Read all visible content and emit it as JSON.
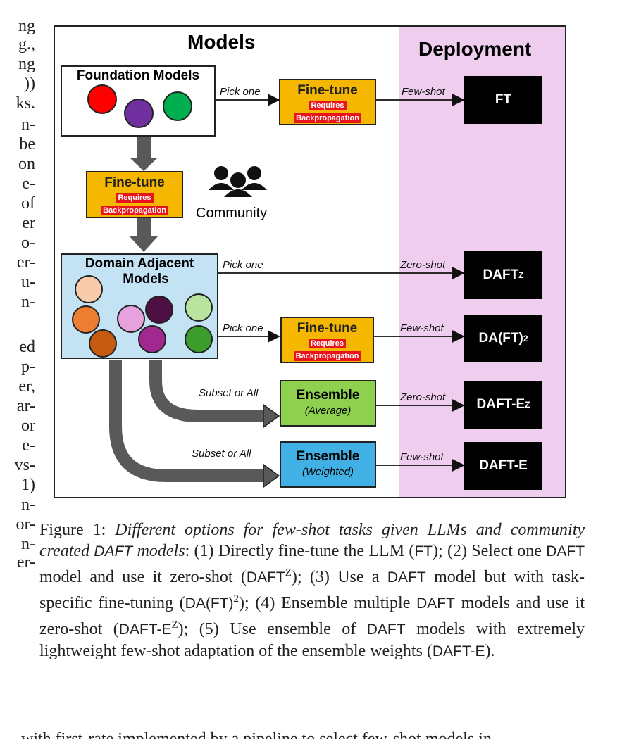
{
  "left_column": [
    "ng",
    "g.,",
    "ng",
    "))",
    "ks.",
    "n-",
    "be",
    "on",
    "e-",
    "of",
    "er",
    "o-",
    "er-",
    "u-",
    "n-",
    "ed",
    "p-",
    "er,",
    "ar-",
    "or",
    "e-",
    "vs-",
    "1)",
    "n-",
    "or-",
    "n-",
    "er-"
  ],
  "figure": {
    "models_header": "Models",
    "deployment_header": "Deployment",
    "foundation": {
      "title": "Foundation Models"
    },
    "finetune_title": "Fine-tune",
    "finetune_requires": "Requires",
    "finetune_backprop": "Backpropagation",
    "community": "Community",
    "domain": {
      "title_line1": "Domain Adjacent",
      "title_line2": "Models"
    },
    "labels": {
      "pick_one": "Pick one",
      "few_shot": "Few-shot",
      "zero_shot": "Zero-shot",
      "subset_or_all": "Subset or All"
    },
    "ensemble_avg": {
      "title": "Ensemble",
      "sub": "(Average)"
    },
    "ensemble_wt": {
      "title": "Ensemble",
      "sub": "(Weighted)"
    },
    "deploy": {
      "ft": "FT",
      "daftz_base": "DAFT",
      "sup_z": "Z",
      "daft2_base": "DA(FT)",
      "sup_2": "2",
      "dafte_z_base": "DAFT-E",
      "dafte": "DAFT-E"
    },
    "colors": {
      "deployment_bg": "#efcdee",
      "domain_bg": "#c3e3f4",
      "finetune": "#f6b700",
      "requires_red": "#e8141b",
      "ensemble_avg": "#8fd14f",
      "ensemble_wt": "#41b0e4",
      "arrow_gray": "#595959"
    }
  },
  "caption": {
    "figure_label": "Figure 1:",
    "it1": "Different options for few-shot tasks given LLMs and community created",
    "daft": "DAFT",
    "it2": "models",
    "t1": ": (1) Directly fine-tune the LLM (",
    "ft": "FT",
    "t2": "); (2) Select one",
    "t3": "model and use it zero-shot (",
    "z": "Z",
    "t4": "); (3) Use a",
    "t5": "model but with task-specific fine-tuning (",
    "daft2": "DA(FT)",
    "two": "2",
    "t6": "); (4) Ensemble multiple",
    "t7": "models and use it zero-shot (",
    "dafte": "DAFT-E",
    "t8": "); (5) Use ensemble of",
    "t9": "models with extremely lightweight few-shot adaptation of the ensemble weights (",
    "t10": ")."
  },
  "bottom_line": "with first-rate implemented by a pipeline to select few-shot models in"
}
